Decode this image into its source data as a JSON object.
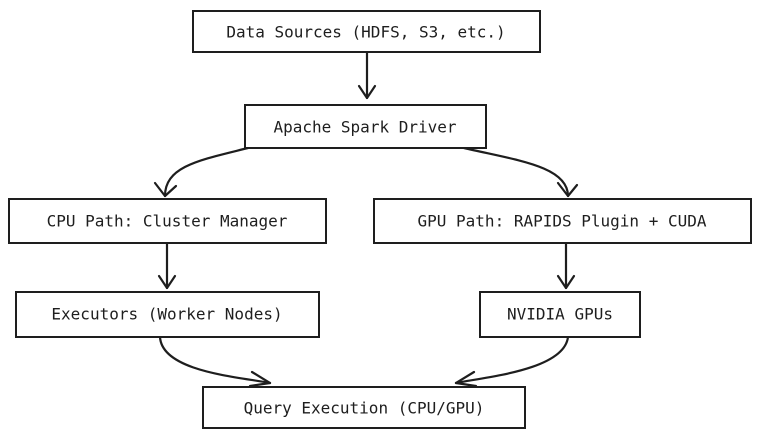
{
  "nodes": {
    "data_sources": "Data Sources (HDFS, S3, etc.)",
    "spark_driver": "Apache Spark Driver",
    "cpu_path": "CPU Path: Cluster Manager",
    "gpu_path": "GPU Path: RAPIDS Plugin + CUDA",
    "executors": "Executors (Worker Nodes)",
    "nvidia_gpus": "NVIDIA GPUs",
    "query_execution": "Query Execution (CPU/GPU)"
  }
}
